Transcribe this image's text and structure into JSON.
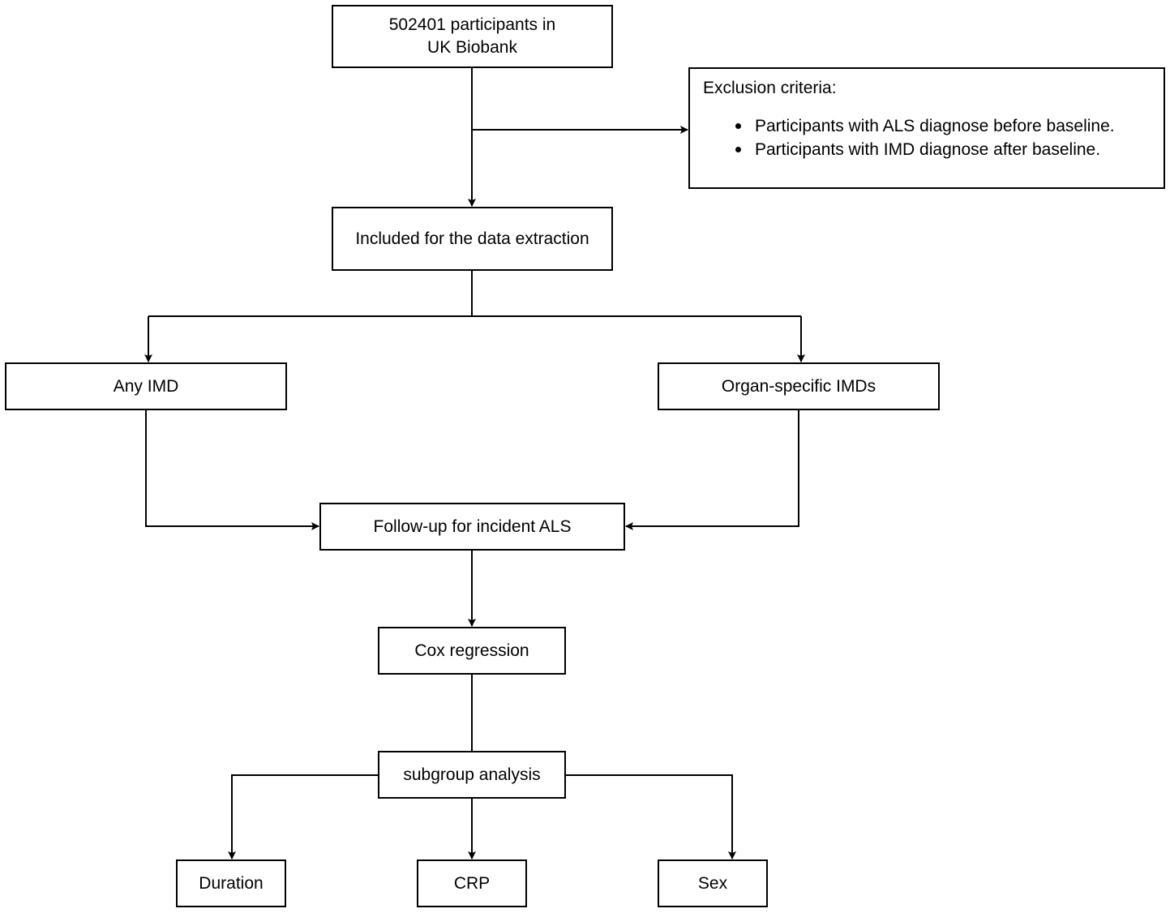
{
  "nodes": {
    "participants": {
      "line1": "502401 participants in",
      "line2": "UK Biobank"
    },
    "exclusion": {
      "title": "Exclusion criteria:",
      "items": [
        "Participants with ALS diagnose before baseline.",
        "Participants with IMD diagnose after baseline."
      ]
    },
    "included": "Included for the data extraction",
    "any_imd": "Any IMD",
    "organ_specific": "Organ-specific IMDs",
    "follow_up": "Follow-up for incident ALS",
    "cox": "Cox regression",
    "subgroup": "subgroup analysis",
    "duration": "Duration",
    "crp": "CRP",
    "sex": "Sex"
  },
  "colors": {
    "stroke": "#000000",
    "fill": "#ffffff"
  }
}
